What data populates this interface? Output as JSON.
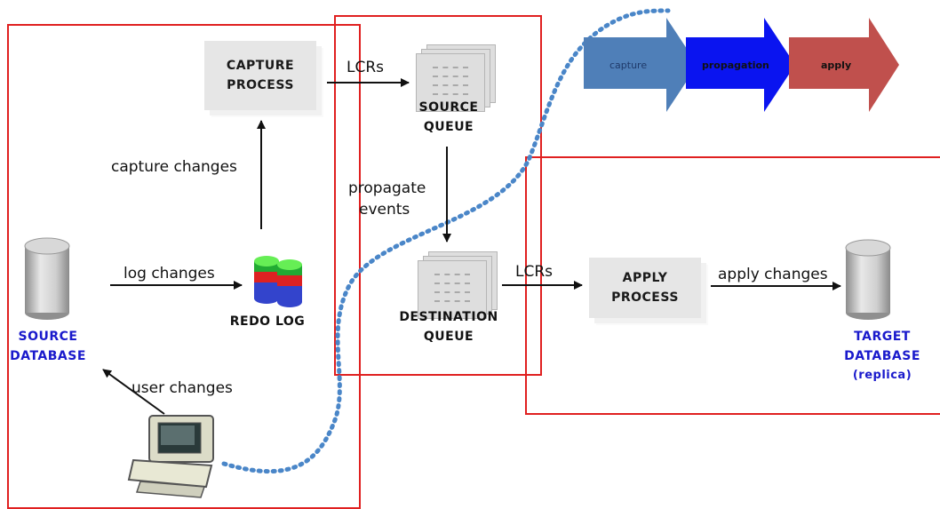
{
  "stages": {
    "capture": {
      "label": "capture",
      "color": "#4f7fb8"
    },
    "propagation": {
      "label": "propagation",
      "color": "#0a14f0"
    },
    "apply": {
      "label": "apply",
      "color": "#c0504d"
    }
  },
  "capture_process": {
    "line1": "CAPTURE",
    "line2": "PROCESS"
  },
  "apply_process": {
    "line1": "APPLY",
    "line2": "PROCESS"
  },
  "source_queue": {
    "line1": "SOURCE",
    "line2": "QUEUE"
  },
  "destination_queue": {
    "line1": "DESTINATION",
    "line2": "QUEUE"
  },
  "redo_log": {
    "label": "REDO LOG"
  },
  "source_database": {
    "line1": "SOURCE",
    "line2": "DATABASE"
  },
  "target_database": {
    "line1": "TARGET",
    "line2": "DATABASE",
    "line3": "(replica)"
  },
  "edges": {
    "capture_to_source_queue": "LCRs",
    "capture_changes": "capture changes",
    "propagate_line1": "propagate",
    "propagate_line2": "events",
    "log_changes": "log changes",
    "dest_to_apply": "LCRs",
    "apply_changes": "apply changes",
    "user_changes": "user changes"
  },
  "colors": {
    "region_border": "#e02020",
    "db_label": "#1a1acc",
    "dotted_line": "#4a86c8"
  }
}
